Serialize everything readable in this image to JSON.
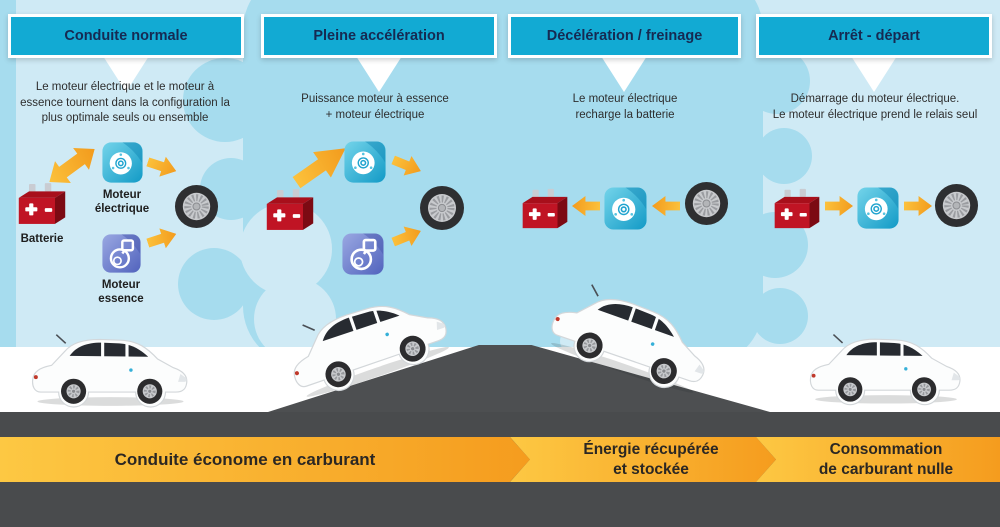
{
  "panels": [
    {
      "title": "Conduite normale",
      "description": "Le moteur électrique et le moteur à\nessence tournent dans la configuration la\nplus optimale seuls ou ensemble",
      "battery_label": "Batterie",
      "electric_motor_label": "Moteur\nélectrique",
      "gas_engine_label": "Moteur\nessence",
      "flow": "batterie ↔ moteur électrique → roue ; moteur essence → roue"
    },
    {
      "title": "Pleine accélération",
      "description": "Puissance moteur à essence\n+ moteur électrique",
      "flow": "batterie → moteur électrique → roue ; moteur essence → roue"
    },
    {
      "title": "Décélération / freinage",
      "description": "Le moteur électrique\nrecharge la batterie",
      "flow": "roue → moteur électrique → batterie"
    },
    {
      "title": "Arrêt - départ",
      "description": "Démarrage du moteur électrique.\nLe moteur électrique prend le relais seul",
      "flow": "batterie → moteur électrique → roue"
    }
  ],
  "banner": {
    "segments": [
      {
        "label": "Conduite économe en carburant"
      },
      {
        "label": "Énergie récupérée\net stockée"
      },
      {
        "label": "Consommation\nde carburant nulle"
      }
    ]
  },
  "icons": {
    "battery": "battery-icon",
    "electric_motor": "electric-motor-icon",
    "gas_engine": "gas-engine-icon",
    "wheel": "wheel-icon",
    "arrow": "orange-arrow-icon",
    "car": "car-illustration"
  },
  "colors": {
    "header_bg": "#12aad3",
    "header_text": "#162a52",
    "sky_light": "#cfeaf5",
    "cloud": "#a6dcee",
    "arrow_orange": "#f2991b",
    "banner_yellow": "#fdc843",
    "banner_orange": "#f59c1e",
    "road_white": "#ffffff",
    "asphalt_gray": "#494b4d",
    "battery_red": "#c01424",
    "motor_cyan": "#21a4cf",
    "engine_blue": "#5163bd",
    "body_text": "#2e2e2e"
  }
}
